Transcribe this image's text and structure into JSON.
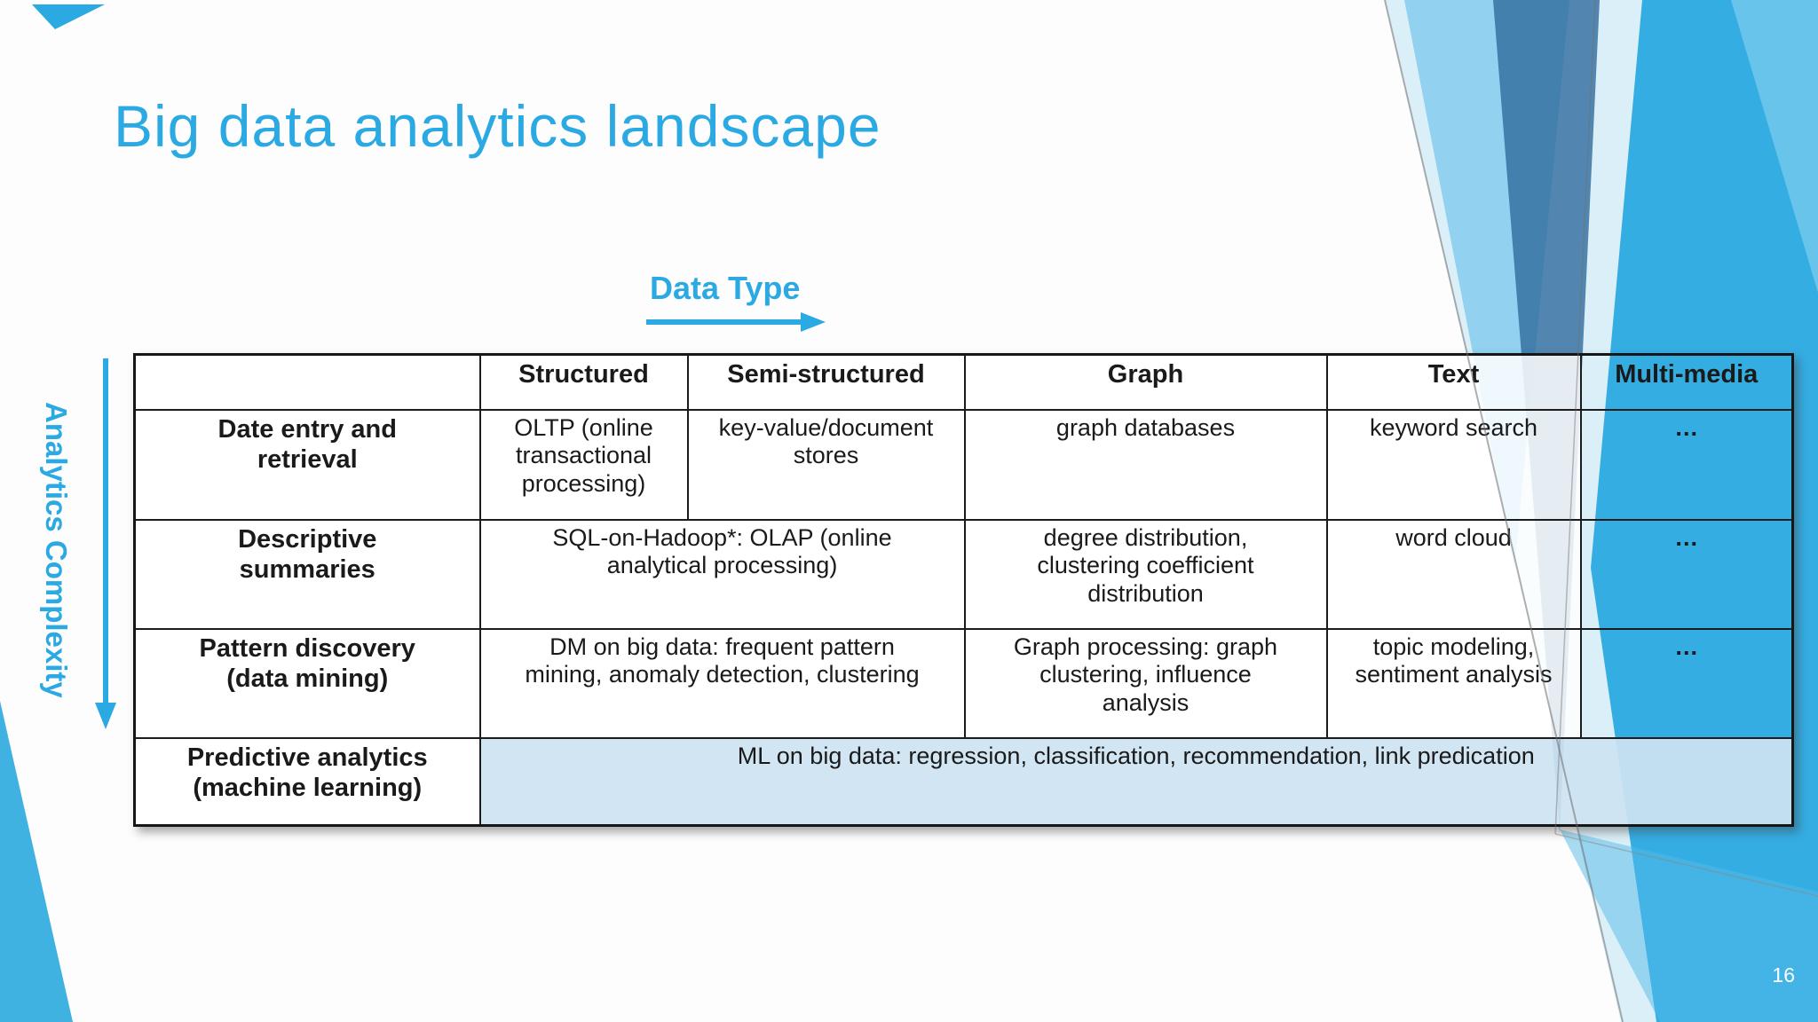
{
  "slide": {
    "title": "Big data analytics landscape",
    "page_number": "16"
  },
  "axes": {
    "x_label": "Data Type",
    "y_label": "Analytics Complexity"
  },
  "table": {
    "headers": [
      "",
      "Structured",
      "Semi-structured",
      "Graph",
      "Text",
      "Multi-media"
    ],
    "rows": [
      {
        "label": "Date entry and\nretrieval",
        "cells": [
          "OLTP (online\ntransactional\nprocessing)",
          "key-value/document\nstores",
          "graph databases",
          "keyword search",
          "…"
        ]
      },
      {
        "label": "Descriptive\nsummaries",
        "cells": [
          "SQL-on-Hadoop*: OLAP (online\nanalytical processing)",
          "degree distribution,\nclustering coefficient\ndistribution",
          "word cloud",
          "…"
        ]
      },
      {
        "label": "Pattern discovery\n(data mining)",
        "cells": [
          "DM on big data: frequent pattern\nmining, anomaly detection, clustering",
          "Graph processing: graph\nclustering, influence\nanalysis",
          "topic modeling,\nsentiment analysis",
          "…"
        ]
      },
      {
        "label": "Predictive analytics\n(machine learning)",
        "cells": [
          "ML on big data: regression, classification, recommendation, link predication"
        ]
      }
    ]
  },
  "colors": {
    "accent": "#2BA9E2",
    "ml_row_bg": "#CFE3F2",
    "steel_shape": "#2F6B9D",
    "page_bg": "#FDFDFD"
  }
}
